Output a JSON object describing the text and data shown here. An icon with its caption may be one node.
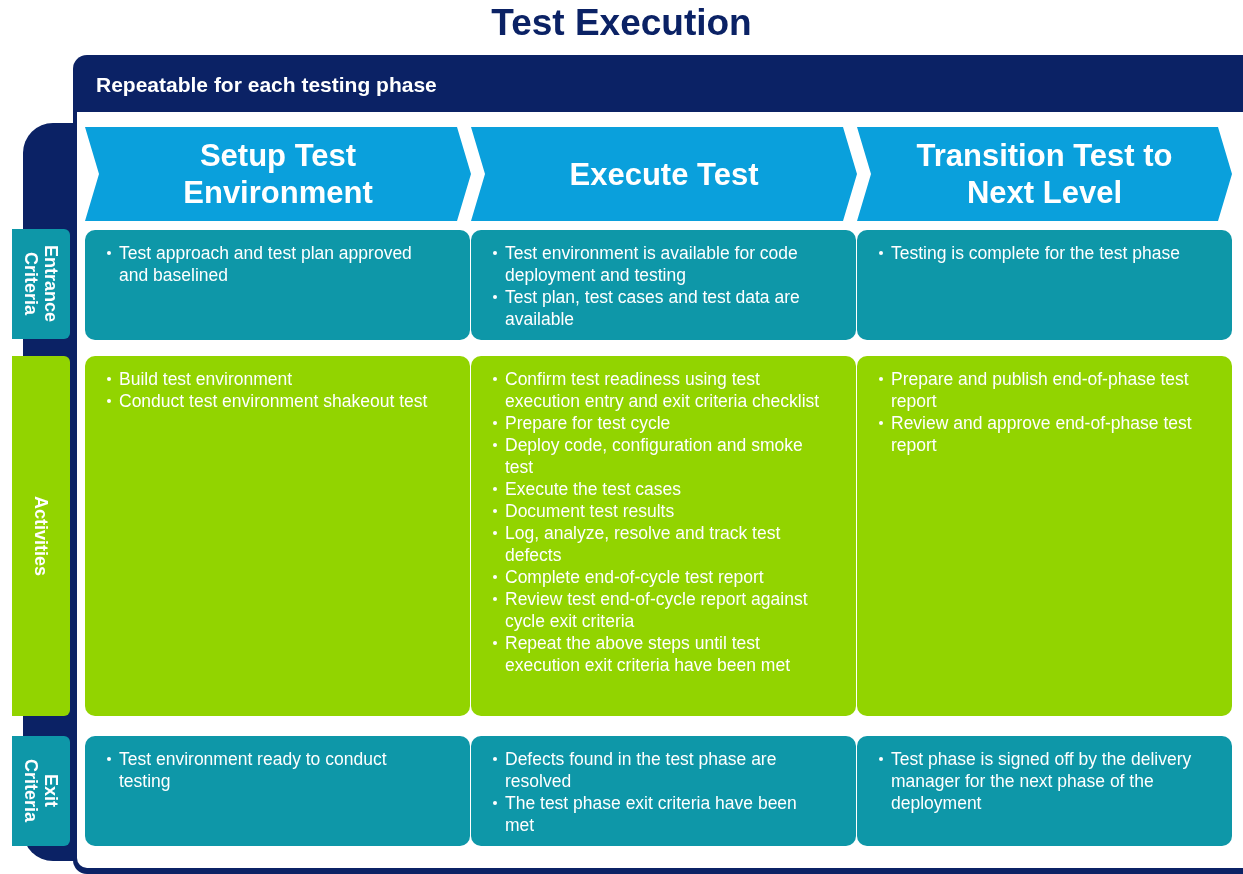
{
  "diagram": {
    "title": "Test Execution",
    "nodes": [
      {
        "text": [
          "Repeatable for each testing phase"
        ]
      },
      {
        "text": [
          "Setup Test Environment"
        ],
        "in": 0
      },
      {
        "text": [
          "Execute Test"
        ],
        "in": 0
      },
      {
        "text": [
          "Transition Test to Next Level"
        ],
        "in": 0
      },
      {
        "text": [
          "Entrance Criteria"
        ]
      },
      {
        "text": [
          "Test approach and test plan approved and baselined"
        ],
        "in": 0
      },
      {
        "text": [
          "Test environment is available for code deployment and testing",
          "Test plan, test cases and test data are available"
        ],
        "in": 0
      },
      {
        "text": [
          "Testing is complete for the test phase"
        ],
        "in": 0
      },
      {
        "text": [
          "Activities"
        ]
      },
      {
        "text": [
          "Build test environment",
          "Conduct test environment shakeout test"
        ],
        "in": 0
      },
      {
        "text": [
          "Confirm test readiness using test execution entry and exit criteria checklist",
          "Prepare for test cycle",
          "Deploy code, configuration and smoke test",
          "Execute the test cases",
          "Document test results",
          "Log, analyze, resolve and track test defects",
          "Complete end-of-cycle test report",
          "Review test end-of-cycle report against cycle exit criteria",
          "Repeat the above steps until test execution exit criteria have been met"
        ],
        "in": 0
      },
      {
        "text": [
          "Prepare and publish end-of-phase test report",
          "Review and approve end-of-phase test report"
        ],
        "in": 0
      },
      {
        "text": [
          "Exit Criteria"
        ]
      },
      {
        "text": [
          "Test environment ready to conduct testing"
        ],
        "in": 0
      },
      {
        "text": [
          "Defects found in the test phase are resolved",
          "The test phase exit criteria have been met"
        ],
        "in": 0
      },
      {
        "text": [
          "Test phase is signed off by the delivery manager for the next phase of the deployment"
        ],
        "in": 0
      }
    ],
    "edges": []
  }
}
